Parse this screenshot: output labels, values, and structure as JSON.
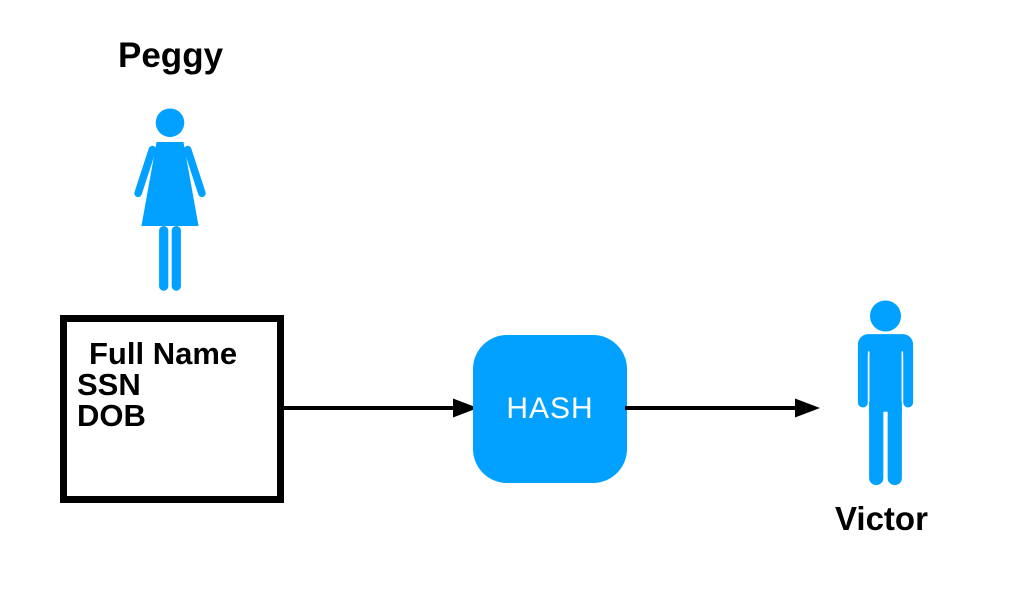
{
  "colors": {
    "background": "#ffffff",
    "figure_blue": "#02a0ff",
    "hash_fill": "#02a0ff",
    "hash_text_color": "#ffffff",
    "arrow_black": "#000000",
    "box_border": "#000000",
    "label_text": "#000000"
  },
  "peggy": {
    "label": "Peggy",
    "icon": "female-person-icon"
  },
  "victor": {
    "label": "Victor",
    "icon": "male-person-icon"
  },
  "secret_box": {
    "lines": [
      "Full Name",
      "SSN",
      "DOB"
    ]
  },
  "hash_node": {
    "label": "HASH"
  },
  "arrows": [
    {
      "name": "arrow-secret-to-hash",
      "direction": "right"
    },
    {
      "name": "arrow-hash-to-victor",
      "direction": "right"
    }
  ]
}
